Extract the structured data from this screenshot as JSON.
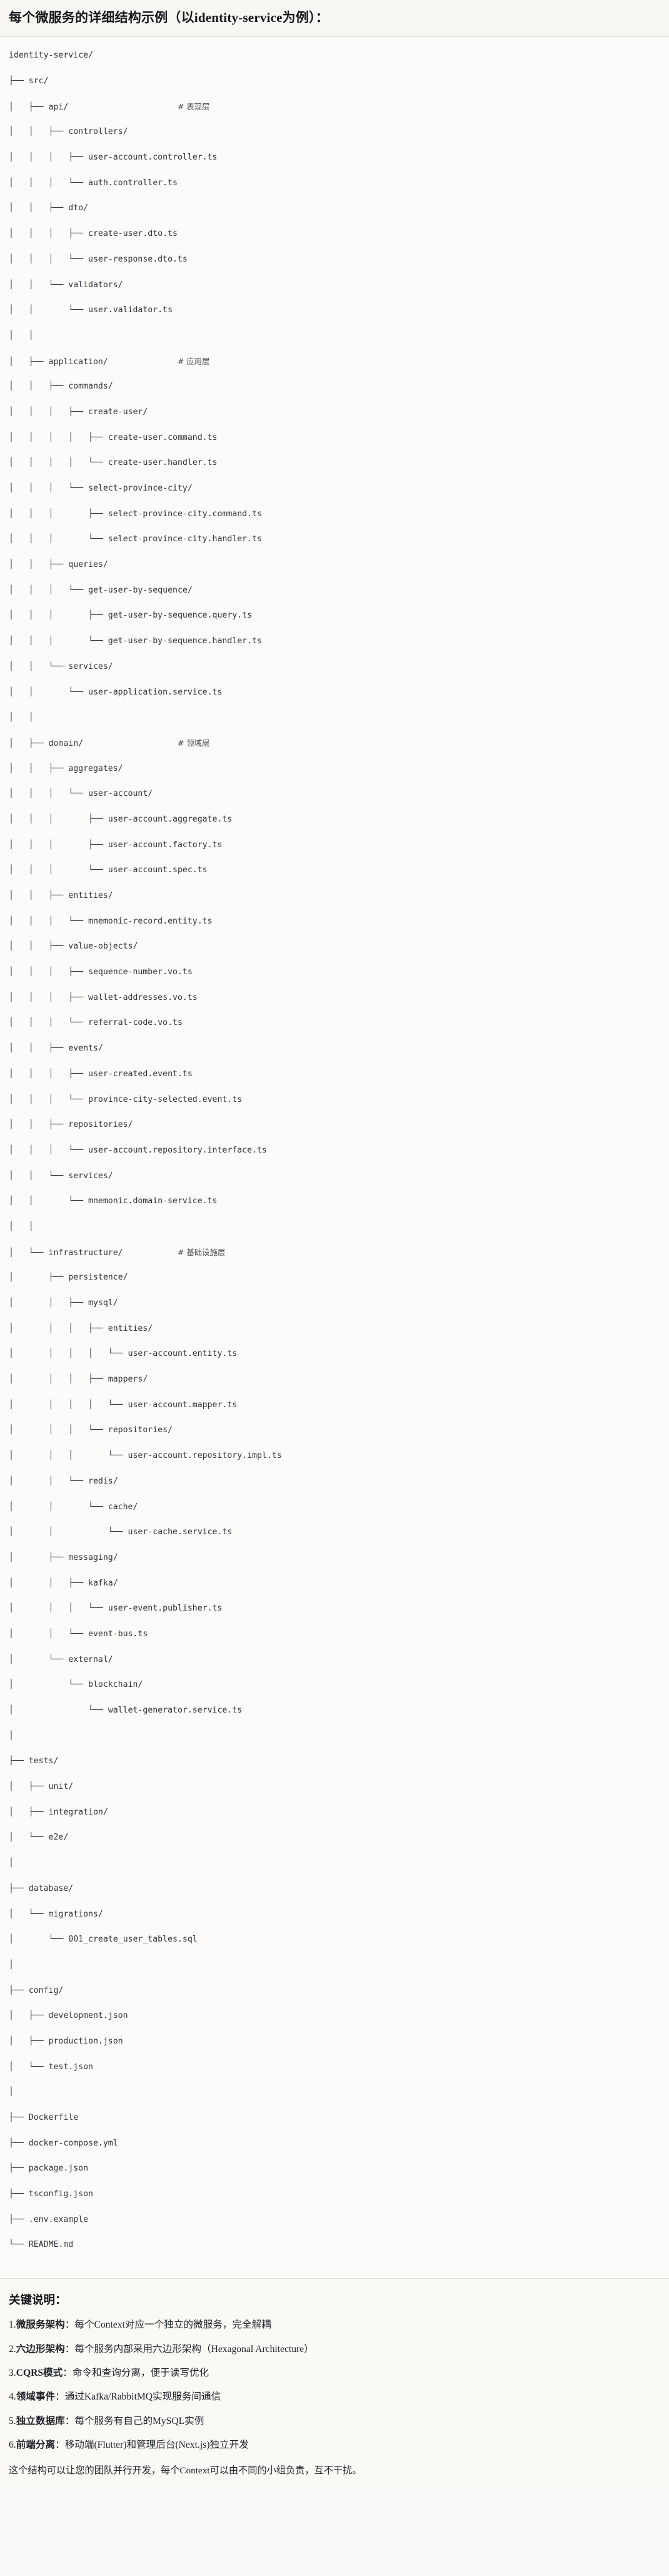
{
  "heading": {
    "title": "每个微服务的详细结构示例（以identity-service为例）："
  },
  "tree": {
    "root_label": "identity-service/",
    "lines": [
      {
        "path": "identity-service/",
        "comment": ""
      },
      {
        "path": "├── src/",
        "comment": ""
      },
      {
        "path": "│   ├── api/",
        "comment": "# 表现层"
      },
      {
        "path": "│   │   ├── controllers/",
        "comment": ""
      },
      {
        "path": "│   │   │   ├── user-account.controller.ts",
        "comment": ""
      },
      {
        "path": "│   │   │   └── auth.controller.ts",
        "comment": ""
      },
      {
        "path": "│   │   ├── dto/",
        "comment": ""
      },
      {
        "path": "│   │   │   ├── create-user.dto.ts",
        "comment": ""
      },
      {
        "path": "│   │   │   └── user-response.dto.ts",
        "comment": ""
      },
      {
        "path": "│   │   └── validators/",
        "comment": ""
      },
      {
        "path": "│   │       └── user.validator.ts",
        "comment": ""
      },
      {
        "path": "│   │",
        "comment": ""
      },
      {
        "path": "│   ├── application/",
        "comment": "# 应用层"
      },
      {
        "path": "│   │   ├── commands/",
        "comment": ""
      },
      {
        "path": "│   │   │   ├── create-user/",
        "comment": ""
      },
      {
        "path": "│   │   │   │   ├── create-user.command.ts",
        "comment": ""
      },
      {
        "path": "│   │   │   │   └── create-user.handler.ts",
        "comment": ""
      },
      {
        "path": "│   │   │   └── select-province-city/",
        "comment": ""
      },
      {
        "path": "│   │   │       ├── select-province-city.command.ts",
        "comment": ""
      },
      {
        "path": "│   │   │       └── select-province-city.handler.ts",
        "comment": ""
      },
      {
        "path": "│   │   ├── queries/",
        "comment": ""
      },
      {
        "path": "│   │   │   └── get-user-by-sequence/",
        "comment": ""
      },
      {
        "path": "│   │   │       ├── get-user-by-sequence.query.ts",
        "comment": ""
      },
      {
        "path": "│   │   │       └── get-user-by-sequence.handler.ts",
        "comment": ""
      },
      {
        "path": "│   │   └── services/",
        "comment": ""
      },
      {
        "path": "│   │       └── user-application.service.ts",
        "comment": ""
      },
      {
        "path": "│   │",
        "comment": ""
      },
      {
        "path": "│   ├── domain/",
        "comment": "# 领域层"
      },
      {
        "path": "│   │   ├── aggregates/",
        "comment": ""
      },
      {
        "path": "│   │   │   └── user-account/",
        "comment": ""
      },
      {
        "path": "│   │   │       ├── user-account.aggregate.ts",
        "comment": ""
      },
      {
        "path": "│   │   │       ├── user-account.factory.ts",
        "comment": ""
      },
      {
        "path": "│   │   │       └── user-account.spec.ts",
        "comment": ""
      },
      {
        "path": "│   │   ├── entities/",
        "comment": ""
      },
      {
        "path": "│   │   │   └── mnemonic-record.entity.ts",
        "comment": ""
      },
      {
        "path": "│   │   ├── value-objects/",
        "comment": ""
      },
      {
        "path": "│   │   │   ├── sequence-number.vo.ts",
        "comment": ""
      },
      {
        "path": "│   │   │   ├── wallet-addresses.vo.ts",
        "comment": ""
      },
      {
        "path": "│   │   │   └── referral-code.vo.ts",
        "comment": ""
      },
      {
        "path": "│   │   ├── events/",
        "comment": ""
      },
      {
        "path": "│   │   │   ├── user-created.event.ts",
        "comment": ""
      },
      {
        "path": "│   │   │   └── province-city-selected.event.ts",
        "comment": ""
      },
      {
        "path": "│   │   ├── repositories/",
        "comment": ""
      },
      {
        "path": "│   │   │   └── user-account.repository.interface.ts",
        "comment": ""
      },
      {
        "path": "│   │   └── services/",
        "comment": ""
      },
      {
        "path": "│   │       └── mnemonic.domain-service.ts",
        "comment": ""
      },
      {
        "path": "│   │",
        "comment": ""
      },
      {
        "path": "│   └── infrastructure/",
        "comment": "# 基础设施层"
      },
      {
        "path": "│       ├── persistence/",
        "comment": ""
      },
      {
        "path": "│       │   ├── mysql/",
        "comment": ""
      },
      {
        "path": "│       │   │   ├── entities/",
        "comment": ""
      },
      {
        "path": "│       │   │   │   └── user-account.entity.ts",
        "comment": ""
      },
      {
        "path": "│       │   │   ├── mappers/",
        "comment": ""
      },
      {
        "path": "│       │   │   │   └── user-account.mapper.ts",
        "comment": ""
      },
      {
        "path": "│       │   │   └── repositories/",
        "comment": ""
      },
      {
        "path": "│       │   │       └── user-account.repository.impl.ts",
        "comment": ""
      },
      {
        "path": "│       │   └── redis/",
        "comment": ""
      },
      {
        "path": "│       │       └── cache/",
        "comment": ""
      },
      {
        "path": "│       │           └── user-cache.service.ts",
        "comment": ""
      },
      {
        "path": "│       ├── messaging/",
        "comment": ""
      },
      {
        "path": "│       │   ├── kafka/",
        "comment": ""
      },
      {
        "path": "│       │   │   └── user-event.publisher.ts",
        "comment": ""
      },
      {
        "path": "│       │   └── event-bus.ts",
        "comment": ""
      },
      {
        "path": "│       └── external/",
        "comment": ""
      },
      {
        "path": "│           └── blockchain/",
        "comment": ""
      },
      {
        "path": "│               └── wallet-generator.service.ts",
        "comment": ""
      },
      {
        "path": "│",
        "comment": ""
      },
      {
        "path": "├── tests/",
        "comment": ""
      },
      {
        "path": "│   ├── unit/",
        "comment": ""
      },
      {
        "path": "│   ├── integration/",
        "comment": ""
      },
      {
        "path": "│   └── e2e/",
        "comment": ""
      },
      {
        "path": "│",
        "comment": ""
      },
      {
        "path": "├── database/",
        "comment": ""
      },
      {
        "path": "│   └── migrations/",
        "comment": ""
      },
      {
        "path": "│       └── 001_create_user_tables.sql",
        "comment": ""
      },
      {
        "path": "│",
        "comment": ""
      },
      {
        "path": "├── config/",
        "comment": ""
      },
      {
        "path": "│   ├── development.json",
        "comment": ""
      },
      {
        "path": "│   ├── production.json",
        "comment": ""
      },
      {
        "path": "│   └── test.json",
        "comment": ""
      },
      {
        "path": "│",
        "comment": ""
      },
      {
        "path": "├── Dockerfile",
        "comment": ""
      },
      {
        "path": "├── docker-compose.yml",
        "comment": ""
      },
      {
        "path": "├── package.json",
        "comment": ""
      },
      {
        "path": "├── tsconfig.json",
        "comment": ""
      },
      {
        "path": "├── .env.example",
        "comment": ""
      },
      {
        "path": "└── README.md",
        "comment": ""
      }
    ]
  },
  "notes": {
    "title": "关键说明：",
    "items": [
      {
        "num": "1.",
        "key": "微服务架构",
        "sep": "：",
        "text": "每个Context对应一个独立的微服务，完全解耦"
      },
      {
        "num": "2.",
        "key": "六边形架构",
        "sep": "：",
        "text": "每个服务内部采用六边形架构（Hexagonal Architecture）"
      },
      {
        "num": "3.",
        "key": "CQRS模式",
        "sep": "：",
        "text": "命令和查询分离，便于读写优化"
      },
      {
        "num": "4.",
        "key": "领域事件",
        "sep": "：",
        "text": "通过Kafka/RabbitMQ实现服务间通信"
      },
      {
        "num": "5.",
        "key": "独立数据库",
        "sep": "：",
        "text": "每个服务有自己的MySQL实例"
      },
      {
        "num": "6.",
        "key": "前端分离",
        "sep": "：",
        "text": "移动端(Flutter)和管理后台(Next.js)独立开发"
      }
    ],
    "closing": "这个结构可以让您的团队并行开发，每个Context可以由不同的小组负责，互不干扰。"
  },
  "colors": {
    "page_background": "#fbfaf8",
    "heading_background": "#f7f6f2",
    "tree_background": "#fcfbf9",
    "notes_background": "#faf9f6",
    "text": "#1f2328",
    "tree_text": "#2d3237",
    "comment_text": "#4a4f55",
    "divider": "#e3e1dc"
  }
}
